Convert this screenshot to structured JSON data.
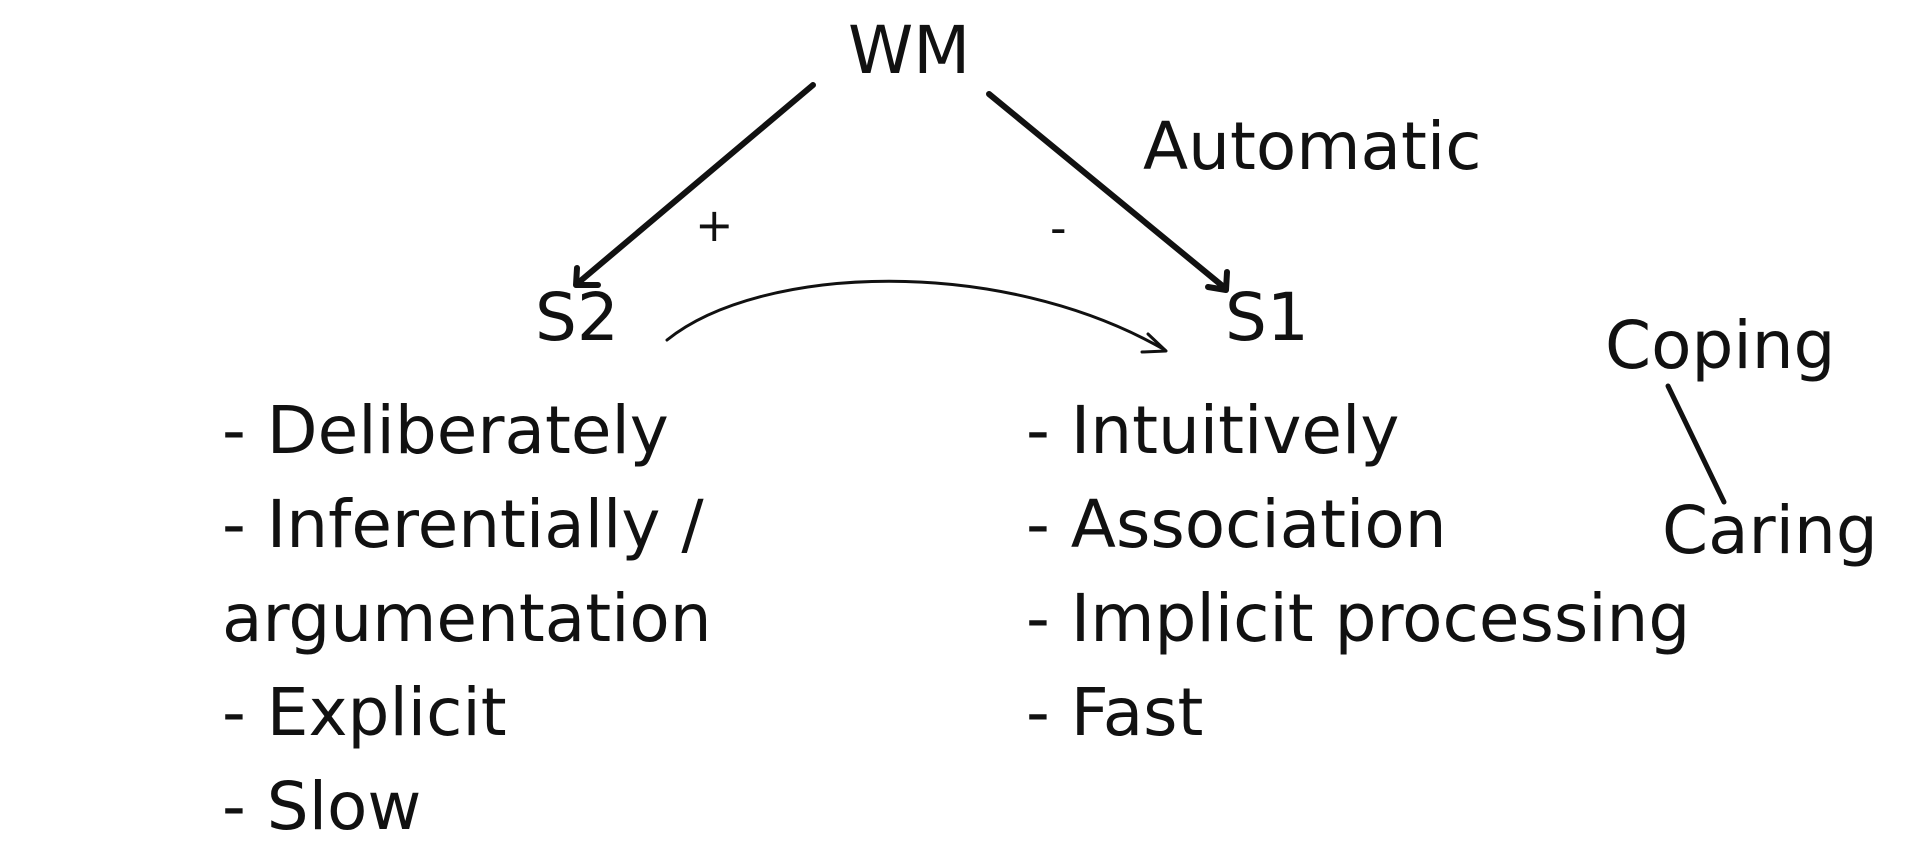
{
  "nodes": {
    "wm": "WM",
    "s2": "S2",
    "s1": "S1"
  },
  "edge_labels": {
    "plus": "+",
    "minus": "-",
    "automatic": "Automatic"
  },
  "s2_list": [
    "- Deliberately",
    "- Inferentially /",
    "argumentation",
    "- Explicit",
    "- Slow"
  ],
  "s1_list": [
    "- Intuitively",
    "- Association",
    "- Implicit processing",
    "- Fast"
  ],
  "side_pair": {
    "top": "Coping",
    "bottom": "Caring"
  },
  "colors": {
    "ink": "#111111",
    "background": "#ffffff"
  }
}
